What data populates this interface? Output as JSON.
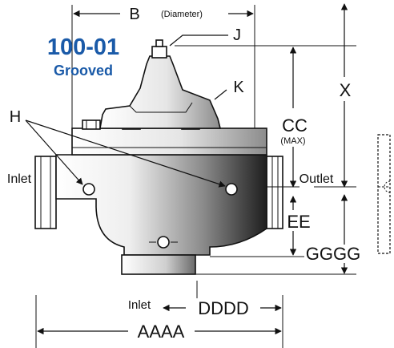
{
  "model": {
    "number": "100-01",
    "variant": "Grooved",
    "color": "#1a5aa8"
  },
  "labels": {
    "b": "B",
    "b_note": "(Diameter)",
    "j": "J",
    "k": "K",
    "h": "H",
    "x": "X",
    "cc": "CC",
    "cc_note": "(MAX)",
    "inlet_side": "Inlet",
    "outlet_side": "Outlet",
    "ee": "EE",
    "gggg": "GGGG",
    "inlet_bottom": "Inlet",
    "dddd": "DDDD",
    "aaaa": "AAAA"
  }
}
